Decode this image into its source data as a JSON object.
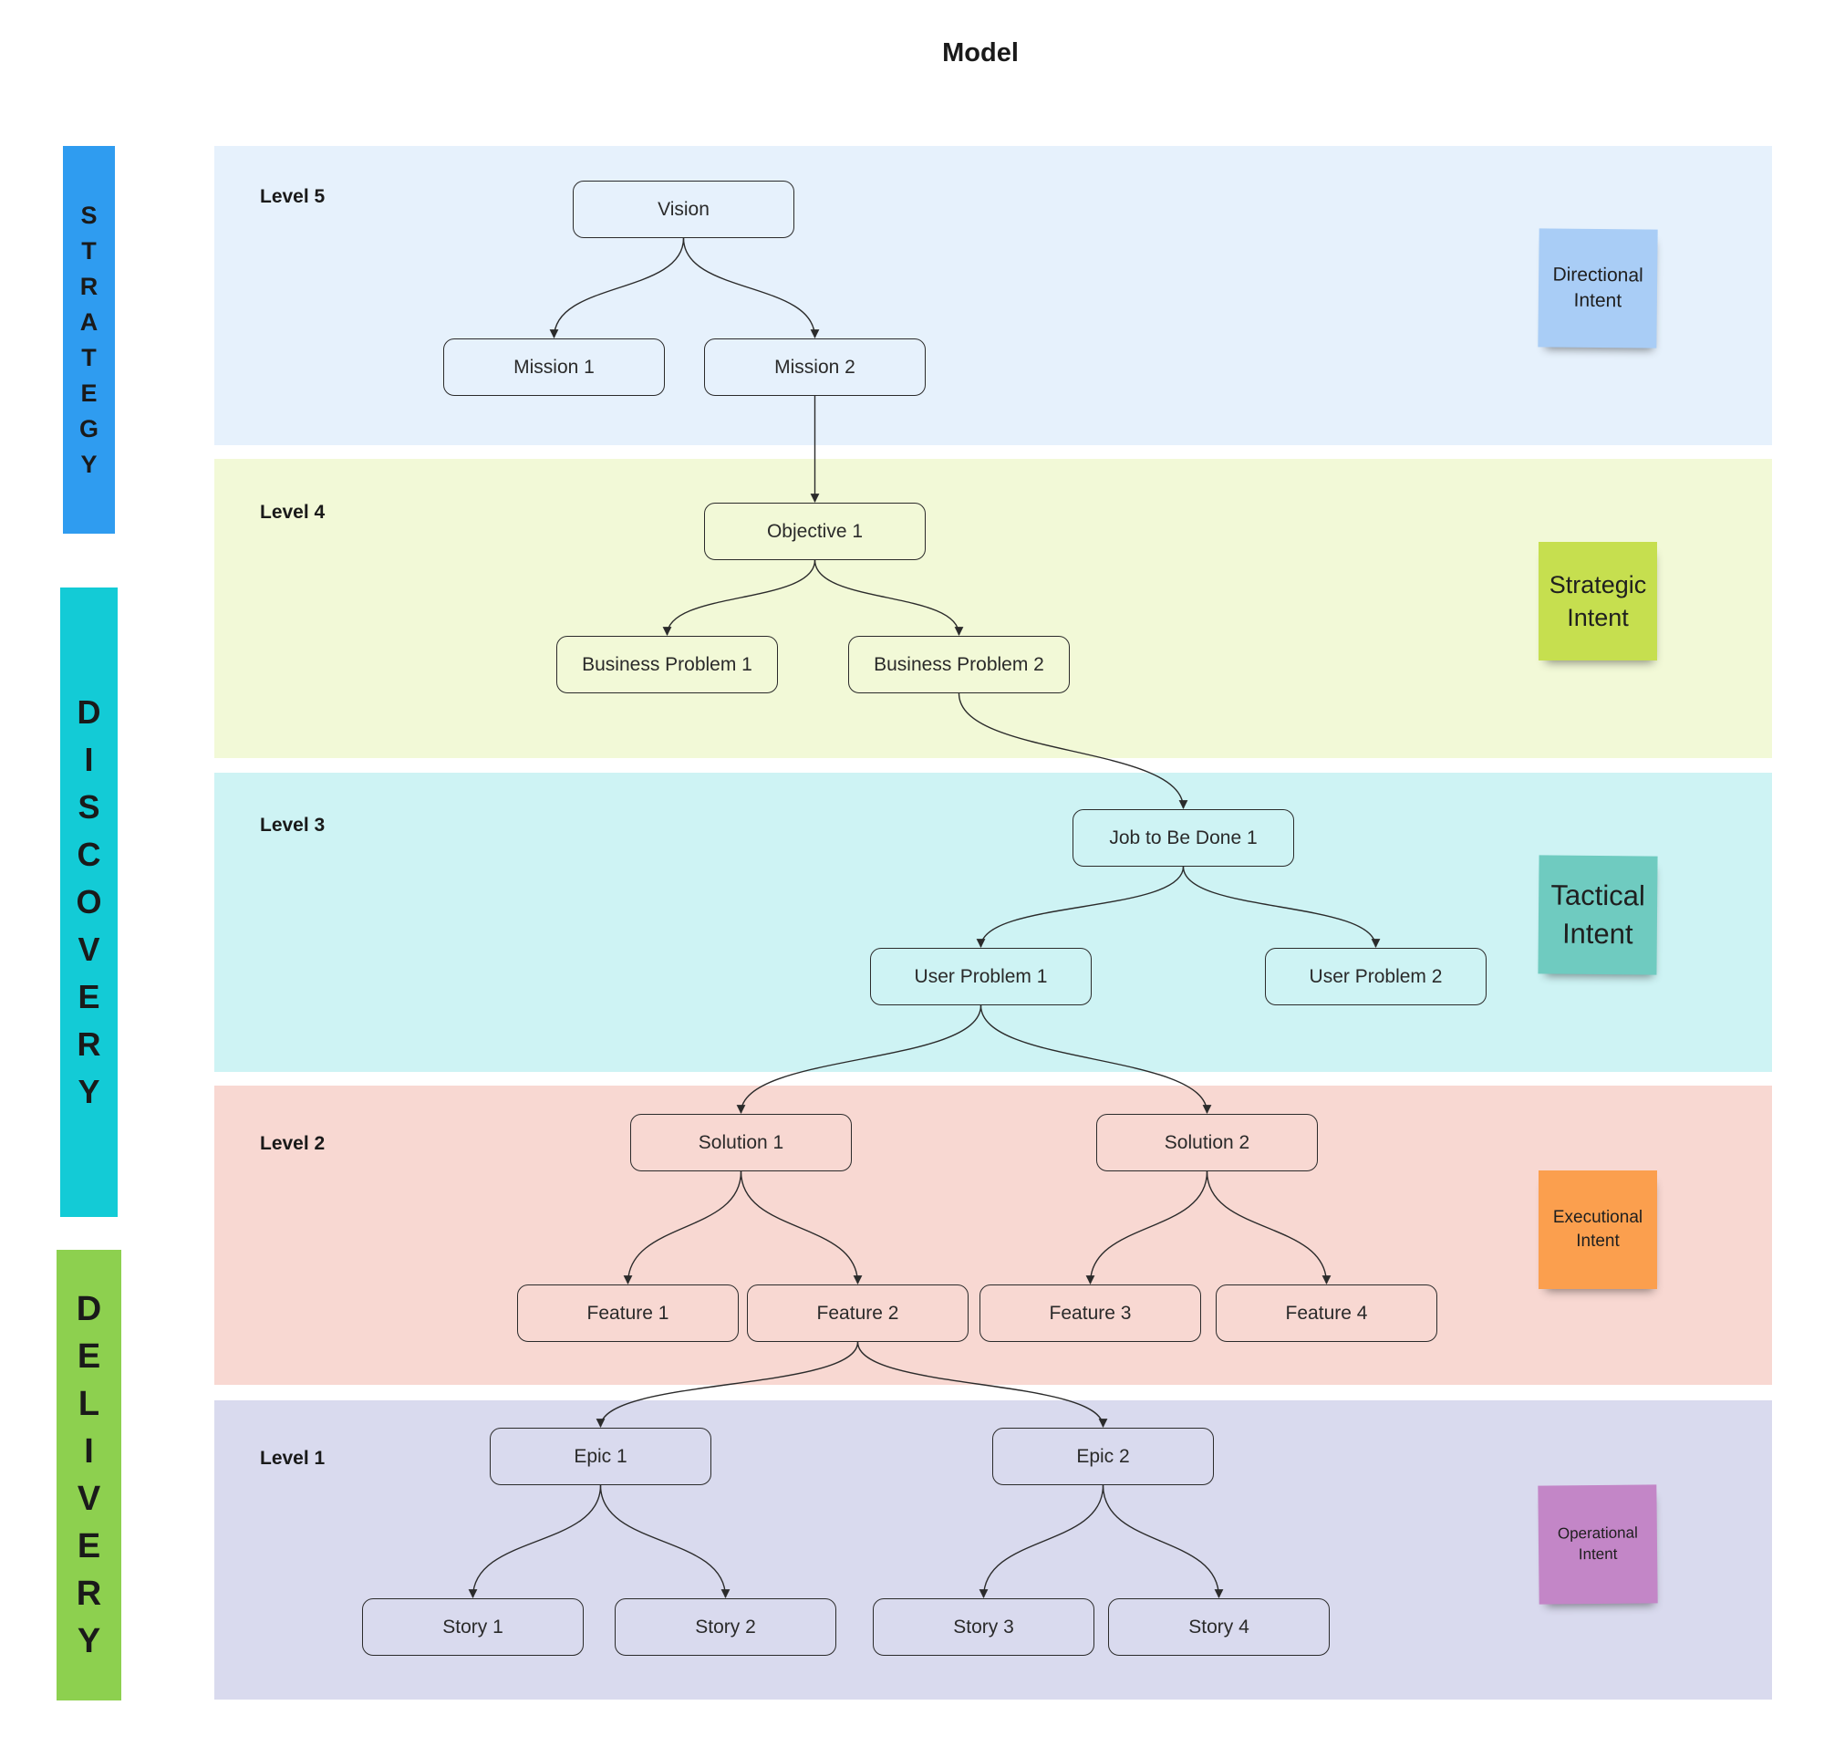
{
  "title": "Model",
  "sidebar": {
    "strategy": [
      "S",
      "T",
      "R",
      "A",
      "T",
      "E",
      "G",
      "Y"
    ],
    "discovery": [
      "D",
      "I",
      "S",
      "C",
      "O",
      "V",
      "E",
      "R",
      "Y"
    ],
    "delivery": [
      "D",
      "E",
      "L",
      "I",
      "V",
      "E",
      "R",
      "Y"
    ]
  },
  "levels": {
    "l5": "Level 5",
    "l4": "Level 4",
    "l3": "Level 3",
    "l2": "Level 2",
    "l1": "Level 1"
  },
  "nodes": {
    "vision": "Vision",
    "mission1": "Mission 1",
    "mission2": "Mission 2",
    "objective1": "Objective 1",
    "bp1": "Business Problem 1",
    "bp2": "Business Problem 2",
    "jtbd1": "Job to Be Done 1",
    "up1": "User Problem 1",
    "up2": "User Problem 2",
    "solution1": "Solution 1",
    "solution2": "Solution 2",
    "feature1": "Feature 1",
    "feature2": "Feature 2",
    "feature3": "Feature 3",
    "feature4": "Feature 4",
    "epic1": "Epic 1",
    "epic2": "Epic 2",
    "story1": "Story 1",
    "story2": "Story 2",
    "story3": "Story 3",
    "story4": "Story 4"
  },
  "stickies": {
    "directional": [
      "Directional",
      "Intent"
    ],
    "strategic": [
      "Strategic",
      "Intent"
    ],
    "tactical": [
      "Tactical",
      "Intent"
    ],
    "executional": [
      "Executional",
      "Intent"
    ],
    "operational": [
      "Operational",
      "Intent"
    ]
  },
  "colors": {
    "strategy": "#2f9cf0",
    "discovery": "#13cbd6",
    "delivery": "#8dd04f",
    "level5": "#e6f1fc",
    "level4": "#f2f9d7",
    "level3": "#cef3f4",
    "level2": "#f8d8d2",
    "level1": "#d9daee",
    "sticky_directional": "#a9cdf6",
    "sticky_strategic": "#c6df4f",
    "sticky_tactical": "#6fcbc0",
    "sticky_executional": "#fb9f4e",
    "sticky_operational": "#c386c7"
  },
  "edges": [
    [
      "vision",
      "mission1"
    ],
    [
      "vision",
      "mission2"
    ],
    [
      "mission2",
      "objective1"
    ],
    [
      "objective1",
      "bp1"
    ],
    [
      "objective1",
      "bp2"
    ],
    [
      "bp2",
      "jtbd1"
    ],
    [
      "jtbd1",
      "up1"
    ],
    [
      "jtbd1",
      "up2"
    ],
    [
      "up1",
      "solution1"
    ],
    [
      "up1",
      "solution2"
    ],
    [
      "solution1",
      "feature1"
    ],
    [
      "solution1",
      "feature2"
    ],
    [
      "solution2",
      "feature3"
    ],
    [
      "solution2",
      "feature4"
    ],
    [
      "feature2",
      "epic1"
    ],
    [
      "feature2",
      "epic2"
    ],
    [
      "epic1",
      "story1"
    ],
    [
      "epic1",
      "story2"
    ],
    [
      "epic2",
      "story3"
    ],
    [
      "epic2",
      "story4"
    ]
  ]
}
